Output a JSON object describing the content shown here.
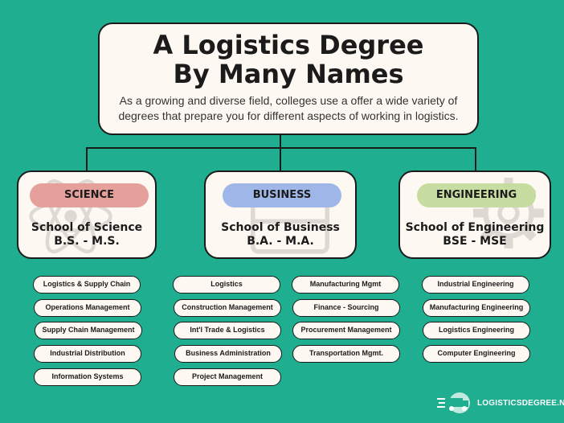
{
  "header": {
    "title_line1": "A Logistics Degree",
    "title_line2": "By Many Names",
    "subtitle_line1": "As a growing and diverse field, colleges use a offer a wide variety of",
    "subtitle_line2": "degrees that prepare you for different aspects of working in logistics."
  },
  "science": {
    "tag": "SCIENCE",
    "name": "School of Science",
    "degrees": "B.S. - M.S.",
    "tag_color": "#e6a09b",
    "items": [
      "Logistics & Supply Chain",
      "Operations Management",
      "Supply Chain Management",
      "Industrial Distribution",
      "Information Systems"
    ]
  },
  "business": {
    "tag": "BUSINESS",
    "name": "School of Business",
    "degrees": "B.A. - M.A.",
    "tag_color": "#9fb7e8",
    "items_left": [
      "Logistics",
      "Construction Management",
      "Int'l Trade & Logistics",
      "Business Administration",
      "Project Management"
    ],
    "items_right": [
      "Manufacturing Mgmt",
      "Finance - Sourcing",
      "Procurement Management",
      "Transportation Mgmt."
    ]
  },
  "engineering": {
    "tag": "ENGINEERING",
    "name": "School of Engineering",
    "degrees": "BSE - MSE",
    "tag_color": "#c6dca0",
    "items": [
      "Industrial Engineering",
      "Manufacturing Engineering",
      "Logistics  Engineering",
      "Computer Engineering"
    ]
  },
  "logo": {
    "text": "LOGISTICSDEGREE.NET"
  }
}
